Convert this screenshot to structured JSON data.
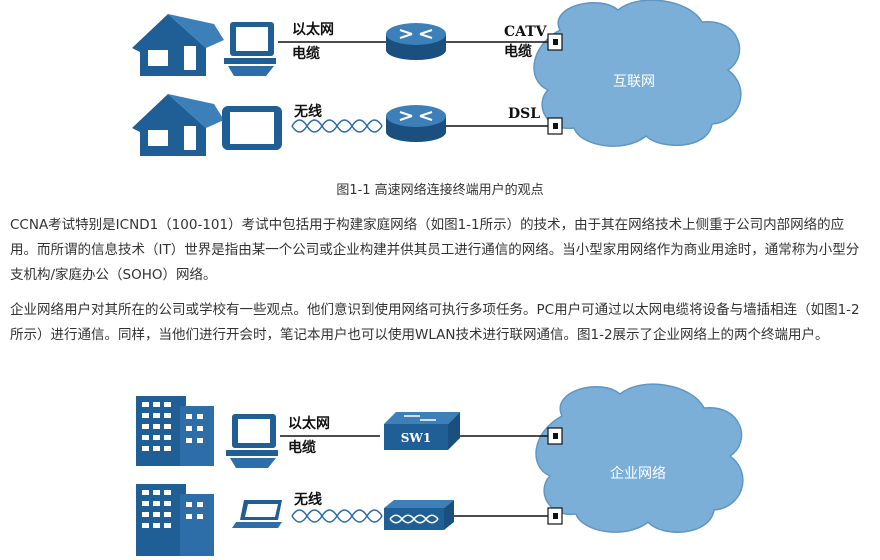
{
  "figure1": {
    "ethernet_label_line1": "以太网",
    "ethernet_label_line2": "电缆",
    "wireless_label": "无线",
    "catv_label_line1": "CATV",
    "catv_label_line2": "电缆",
    "dsl_label": "DSL",
    "cloud_label": "互联网",
    "caption": "图1-1    高速网络连接终端用户的观点"
  },
  "paragraphs": [
    "CCNA考试特别是ICND1（100-101）考试中包括用于构建家庭网络（如图1-1所示）的技术，由于其在网络技术上侧重于公司内部网络的应用。而所谓的信息技术（IT）世界是指由某一个公司或企业构建并供其员工进行通信的网络。当小型家用网络作为商业用途时，通常称为小型分支机构/家庭办公（SOHO）网络。",
    "企业网络用户对其所在的公司或学校有一些观点。他们意识到使用网络可执行多项任务。PC用户可通过以太网电缆将设备与墙插相连（如图1-2所示）进行通信。同样，当他们进行开会时，笔记本用户也可以使用WLAN技术进行联网通信。图1-2展示了企业网络上的两个终端用户。"
  ],
  "figure2": {
    "ethernet_label_line1": "以太网",
    "ethernet_label_line2": "电缆",
    "wireless_label": "无线",
    "switch_label": "SW1",
    "cloud_label": "企业网络"
  },
  "colors": {
    "device_blue": "#1f5f95",
    "cloud_blue": "#7bafd8",
    "router_blue": "#2a6aa5"
  }
}
